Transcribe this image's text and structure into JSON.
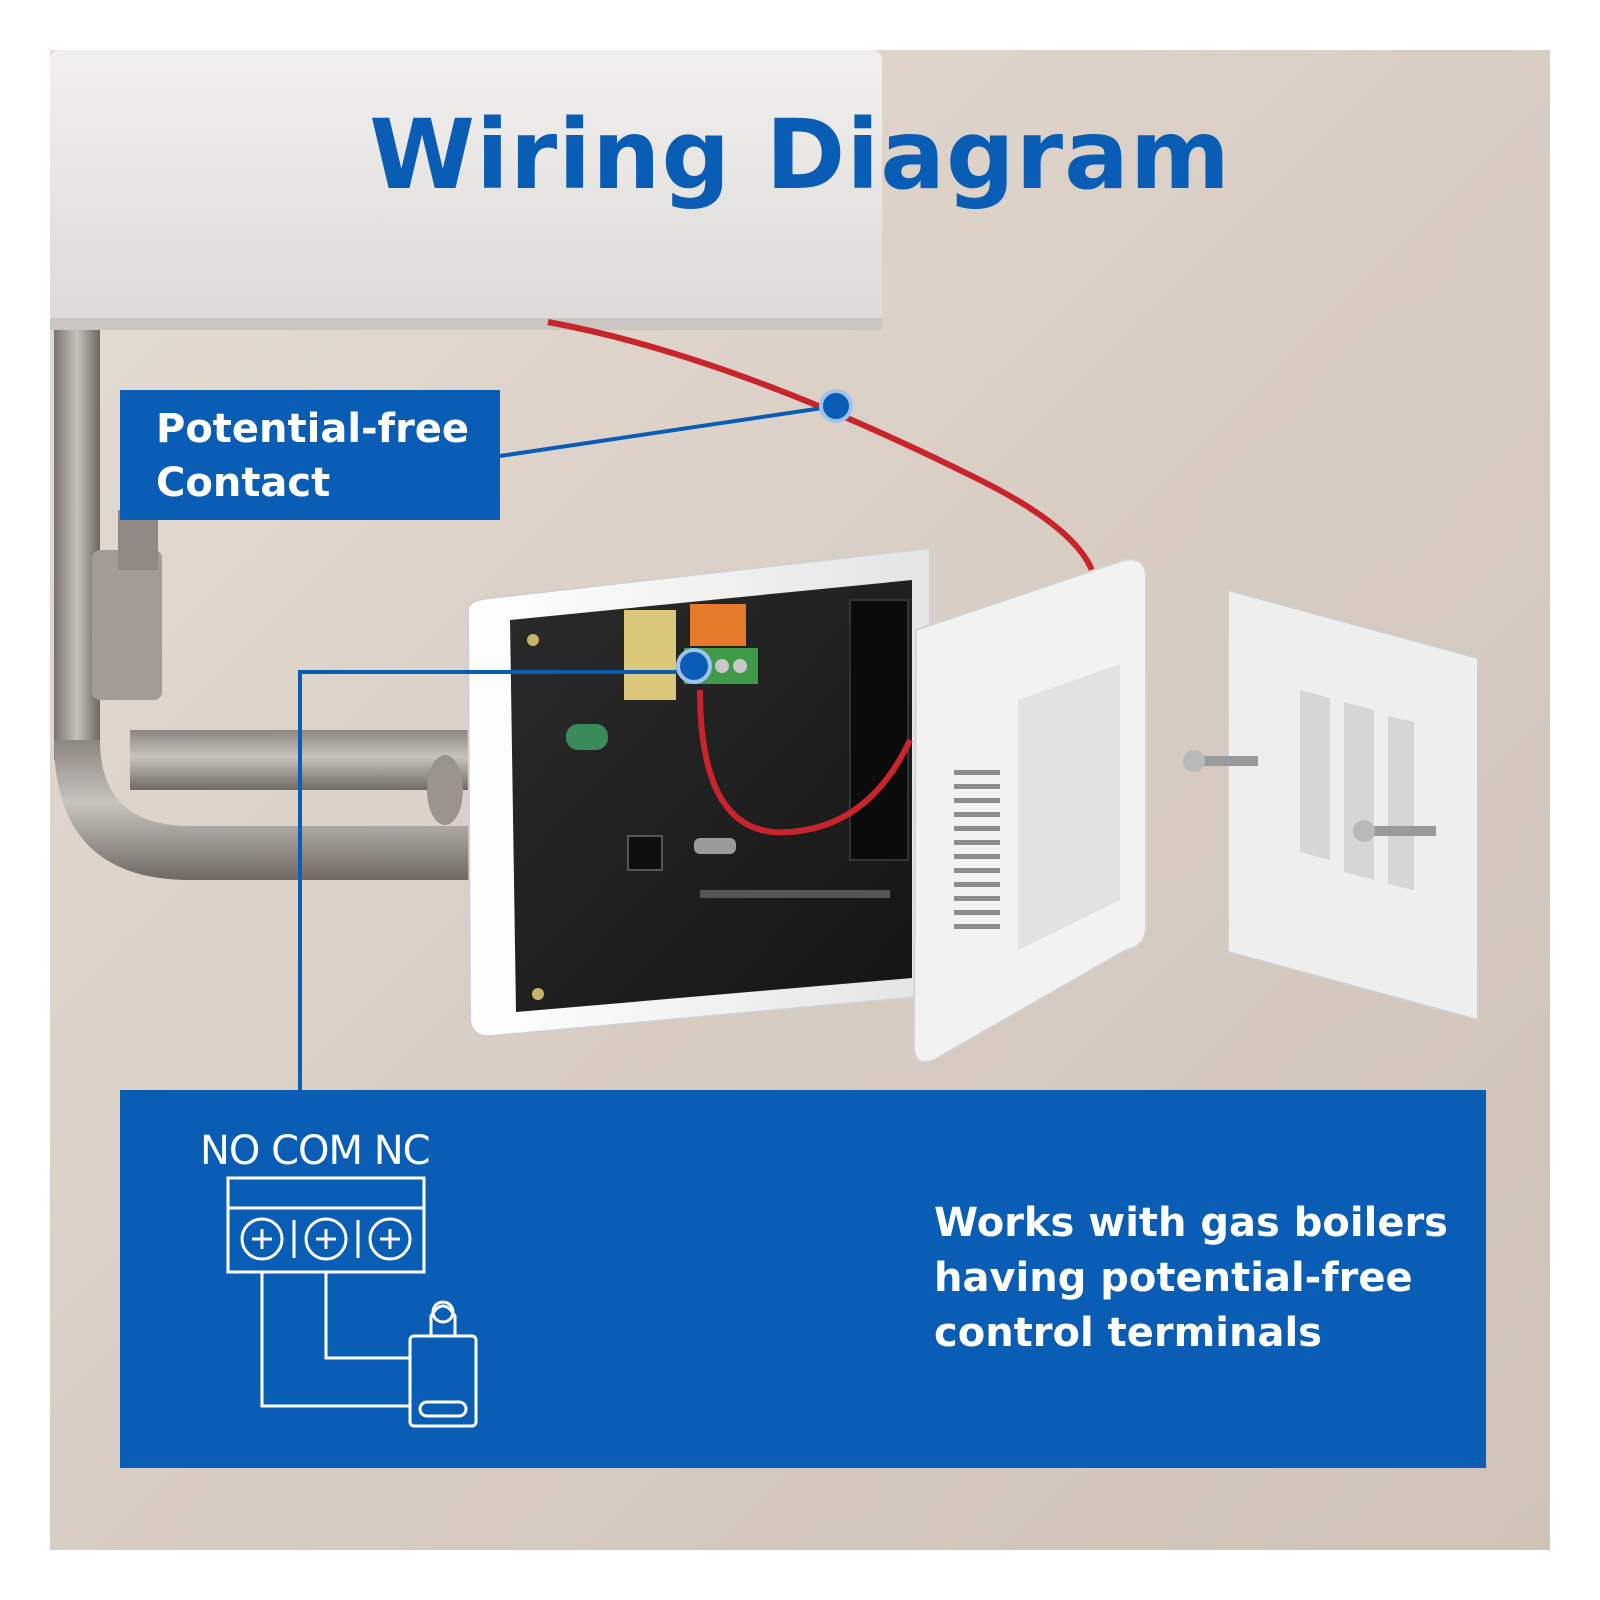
{
  "title": "Wiring Diagram",
  "callout": {
    "line1": "Potential-free",
    "line2": "Contact"
  },
  "terminal_labels": "NO COM NC",
  "description": {
    "line1": "Works with gas boilers",
    "line2": "having potential-free",
    "line3": "control terminals"
  },
  "colors": {
    "brand_blue": "#0a5db5",
    "wire_red": "#c8242b",
    "wall": "#d9cfc6"
  },
  "icons": [
    "screw-terminal-block-icon",
    "gas-boiler-icon"
  ]
}
